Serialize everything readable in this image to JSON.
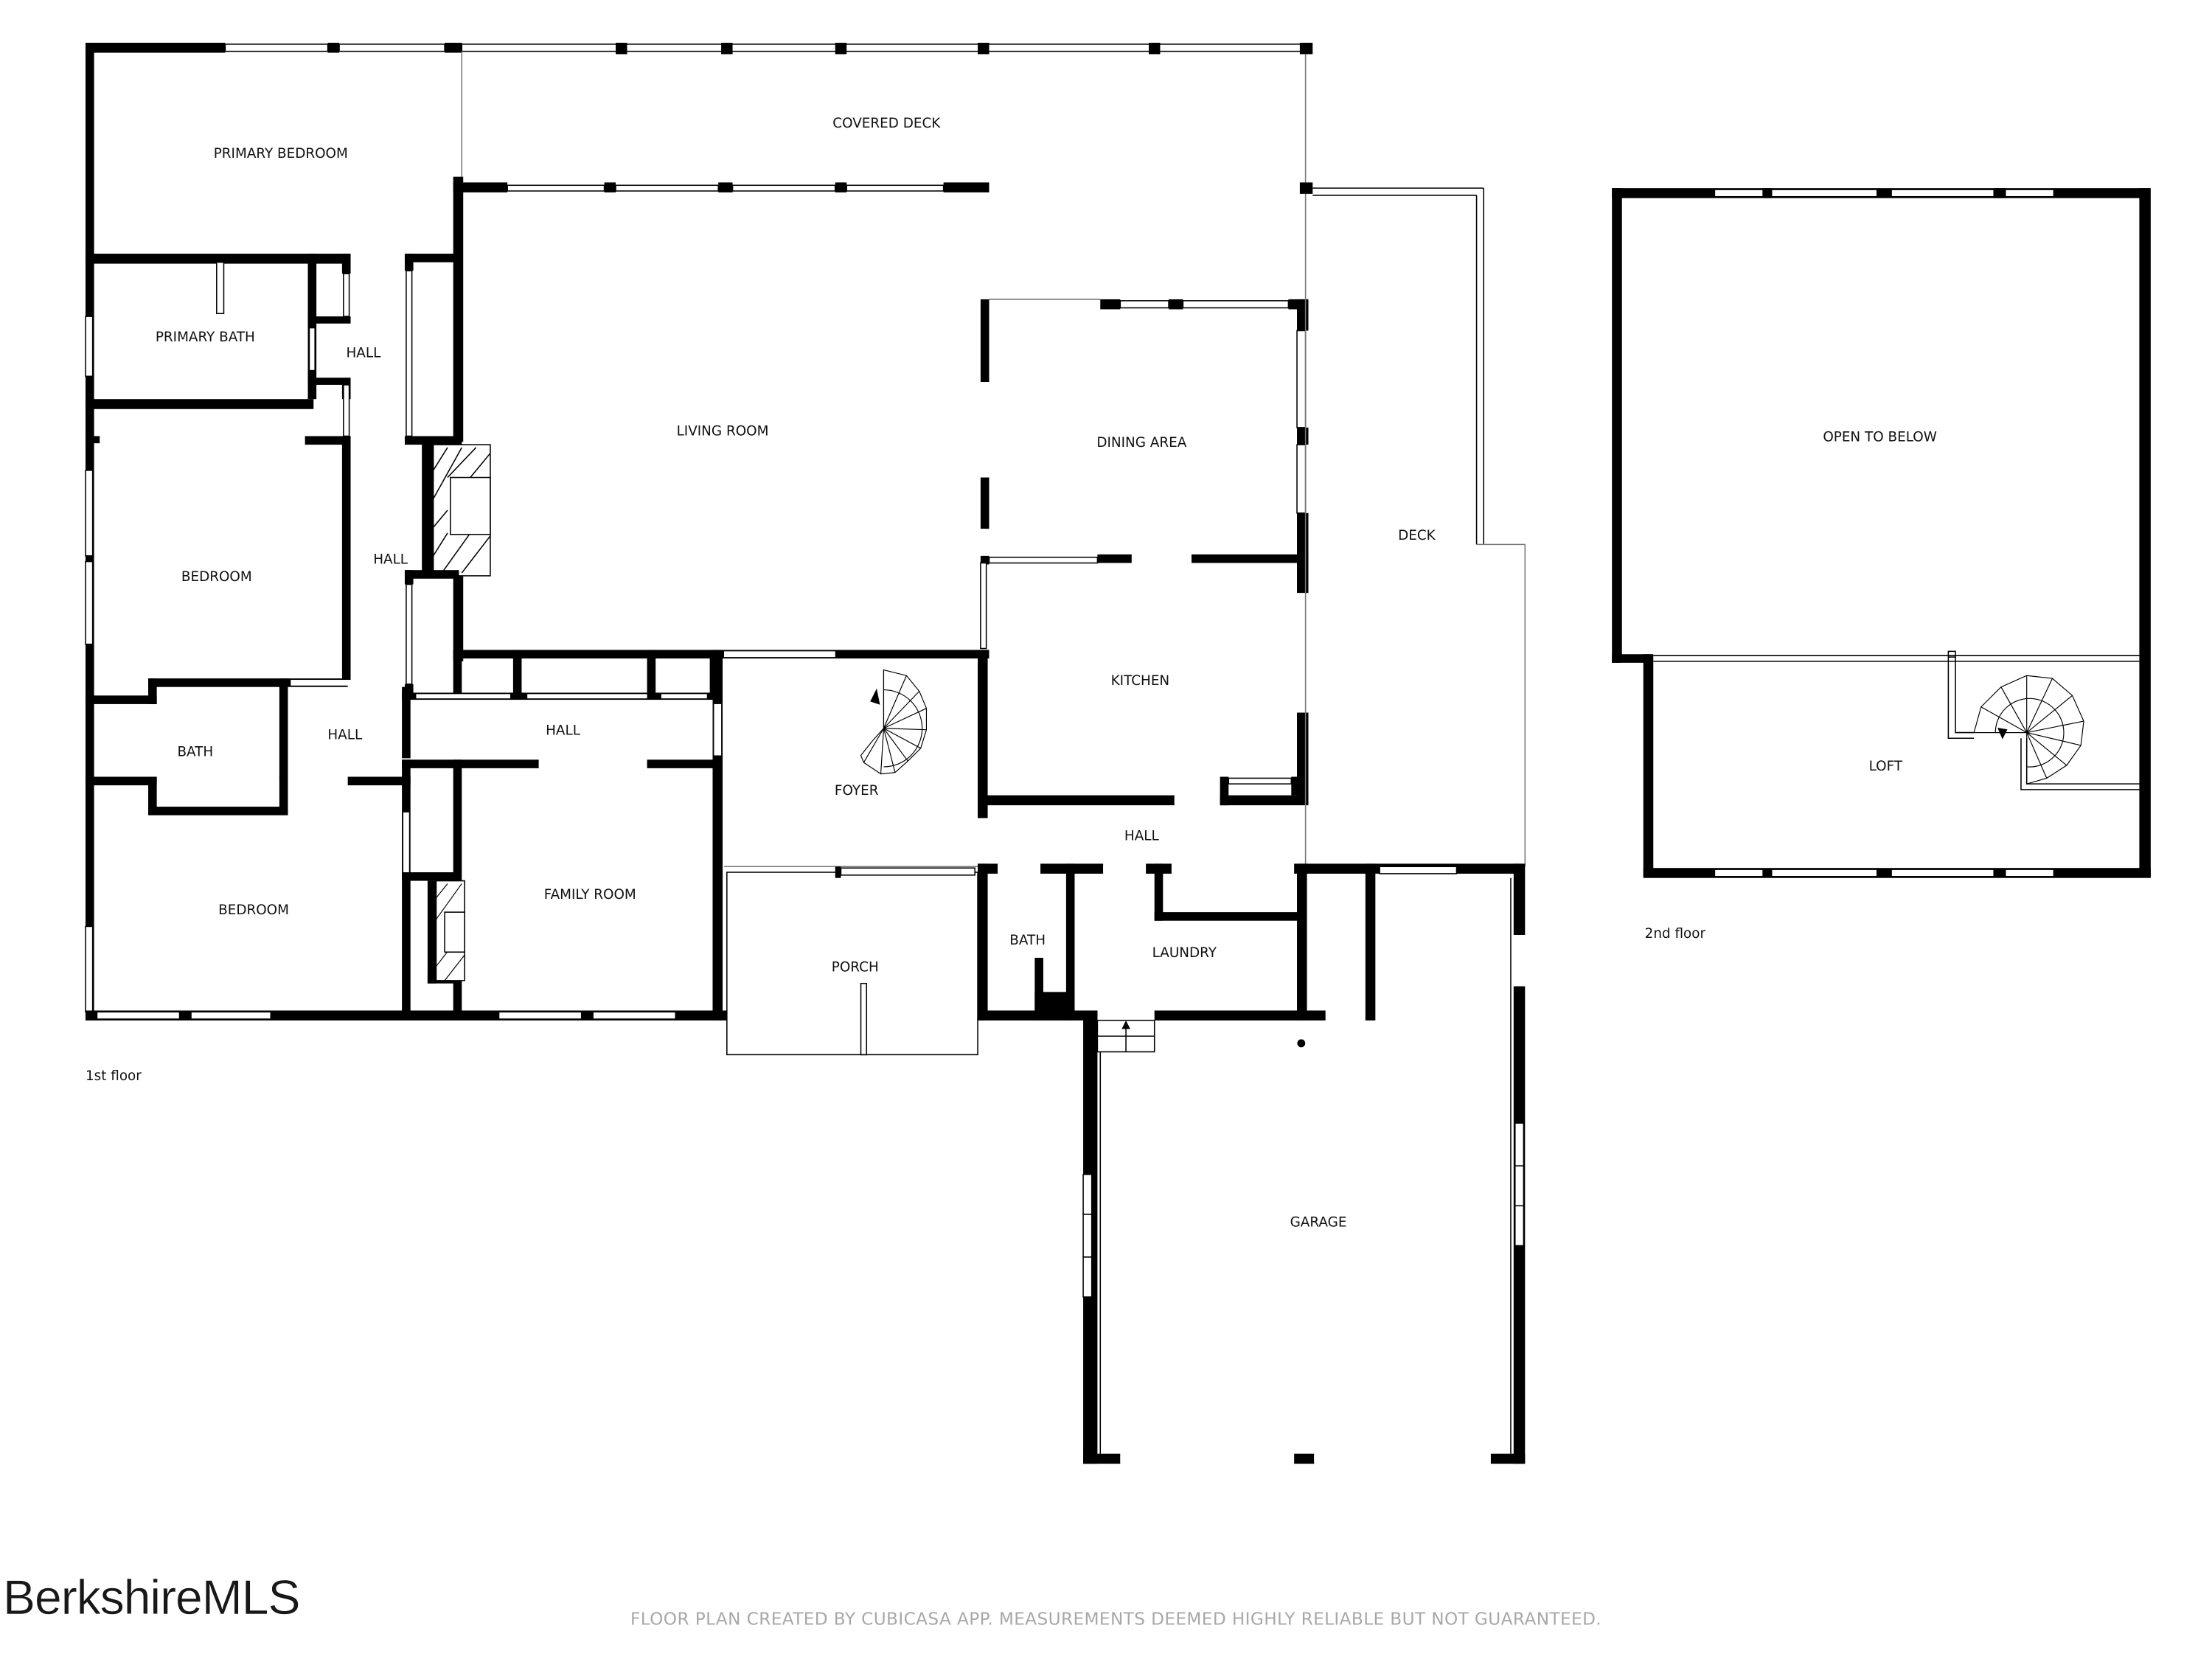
{
  "floors": {
    "first": {
      "label": "1st floor"
    },
    "second": {
      "label": "2nd floor"
    }
  },
  "rooms": {
    "primary_bedroom": "PRIMARY BEDROOM",
    "covered_deck": "COVERED DECK",
    "primary_bath": "PRIMARY BATH",
    "hall_upper": "HALL",
    "living_room": "LIVING ROOM",
    "dining_area": "DINING AREA",
    "deck": "DECK",
    "bedroom_1": "BEDROOM",
    "hall_mid": "HALL",
    "kitchen": "KITCHEN",
    "bath_1": "BATH",
    "hall_bath": "HALL",
    "hall_center": "HALL",
    "foyer": "FOYER",
    "hall_kitchen": "HALL",
    "bedroom_2": "BEDROOM",
    "family_room": "FAMILY ROOM",
    "porch": "PORCH",
    "bath_2": "BATH",
    "laundry": "LAUNDRY",
    "garage": "GARAGE",
    "open_to_below": "OPEN TO BELOW",
    "loft": "LOFT"
  },
  "branding": {
    "logo_text": "BerkshireMLS"
  },
  "footer": {
    "disclaimer": "FLOOR PLAN CREATED BY CUBICASA APP. MEASUREMENTS DEEMED HIGHLY RELIABLE BUT NOT GUARANTEED."
  },
  "colors": {
    "wall": "#000000",
    "background": "#ffffff",
    "footer_text": "#a8a8a8"
  }
}
